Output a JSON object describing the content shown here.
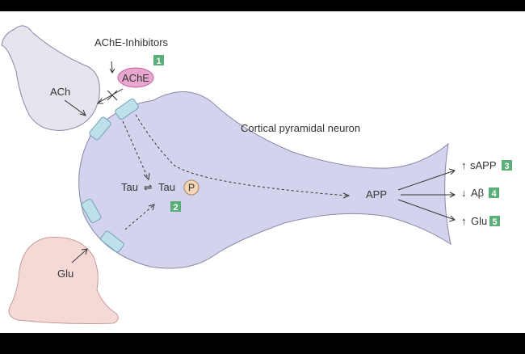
{
  "labels": {
    "ache_inhibitors": "AChE-Inhibitors",
    "ache": "AChE",
    "ach": "ACh",
    "glu_neuron": "Glu",
    "cortical": "Cortical pyramidal neuron",
    "tau_left": "Tau",
    "tau_right": "Tau",
    "phospho": "P",
    "app": "APP",
    "sapp": "sAPP",
    "abeta": "Aβ",
    "glu_out": "Glu"
  },
  "arrows": {
    "up": "↑",
    "down": "↓",
    "equilibrium": "⇌"
  },
  "badges": {
    "b1": "1",
    "b2": "2",
    "b3": "3",
    "b4": "4",
    "b5": "5"
  },
  "colors": {
    "neuron_fill": "#d4d3ed",
    "neuron_stroke": "#8a88a8",
    "ach_cell": "#e6e4ec",
    "glu_cell": "#f5d9d6",
    "receptor": "#bfe0ea",
    "receptor_stroke": "#6fa3b6",
    "ache_fill": "#e8a7cf",
    "ache_stroke": "#c0629e",
    "phospho_fill": "#f6d7b5",
    "badge": "#5aae77"
  }
}
